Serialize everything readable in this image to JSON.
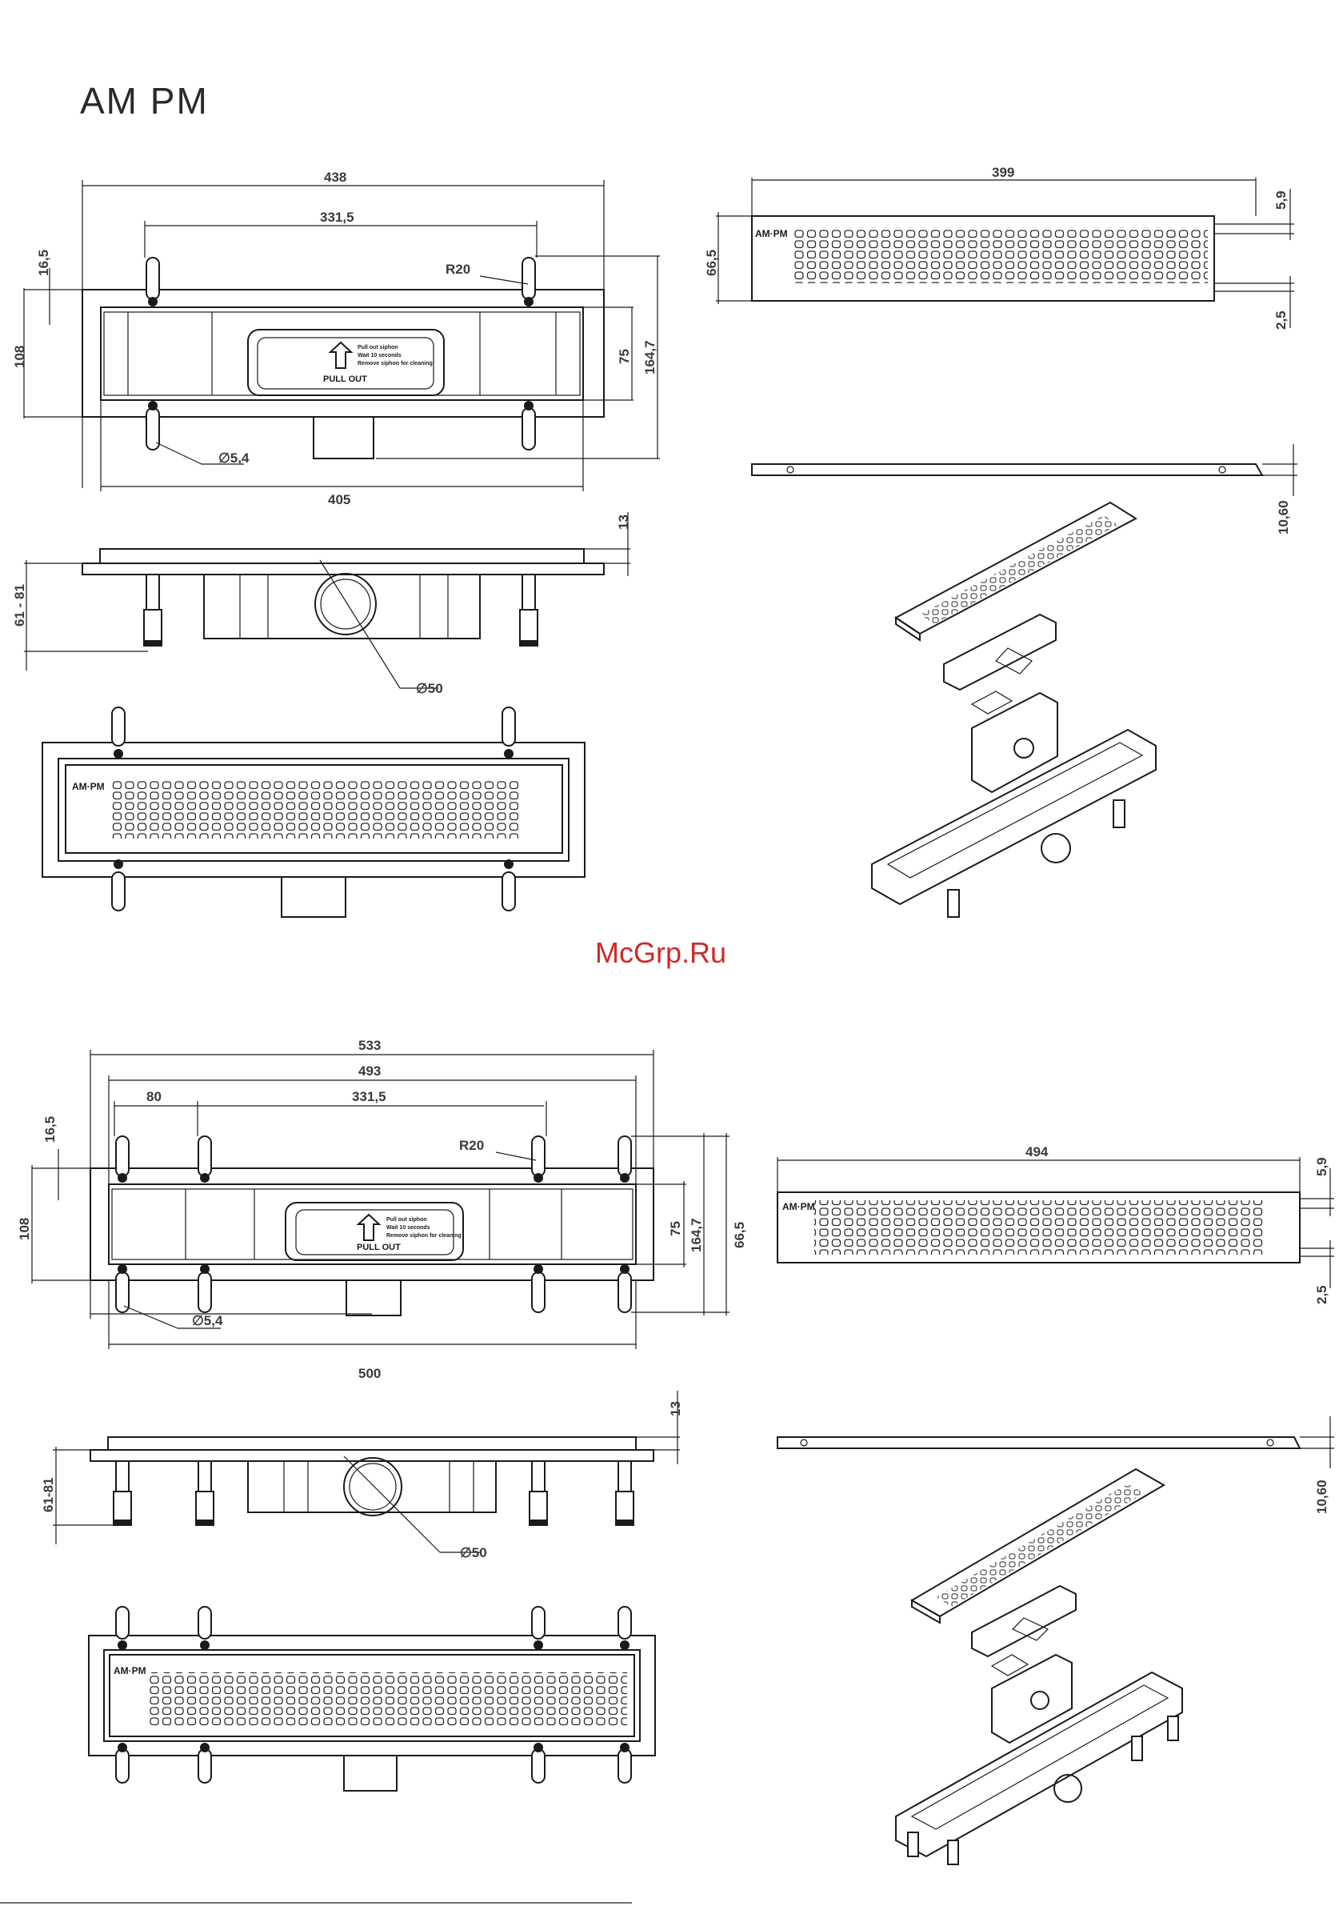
{
  "brand": {
    "logo": "AM PM",
    "plate_mark": "AM·PM",
    "watermark": "McGrp.Ru"
  },
  "insert": {
    "line1": "Pull out siphon",
    "line2": "Wait 10 seconds",
    "line3": "Remove siphon for cleaning",
    "label": "PULL OUT"
  },
  "upper": {
    "top_view": {
      "overall": "438",
      "mount_span": "331,5",
      "top_off": "16,5",
      "height": "108",
      "inner": "75",
      "outer": "164,7",
      "radius": "R20",
      "hole": "5,4",
      "body": "405"
    },
    "side_view": {
      "flange": "13",
      "adjust": "61 - 81",
      "pipe": "50"
    },
    "grate": {
      "length": "399",
      "top": "5,9",
      "height": "66,5",
      "bottom": "2,5"
    },
    "profile": {
      "thickness": "10,60"
    }
  },
  "lower": {
    "top_view": {
      "overall": "533",
      "body_outer": "493",
      "offset": "80",
      "mount_span": "331,5",
      "top_off": "16,5",
      "height": "108",
      "inner": "75",
      "outer": "164,7",
      "depth": "66,5",
      "radius": "R20",
      "hole": "5,4",
      "body": "500"
    },
    "side_view": {
      "flange": "13",
      "adjust": "61-81",
      "pipe": "50"
    },
    "grate": {
      "length": "494",
      "top": "5,9",
      "bottom": "2,5"
    },
    "profile": {
      "thickness": "10,60"
    }
  }
}
